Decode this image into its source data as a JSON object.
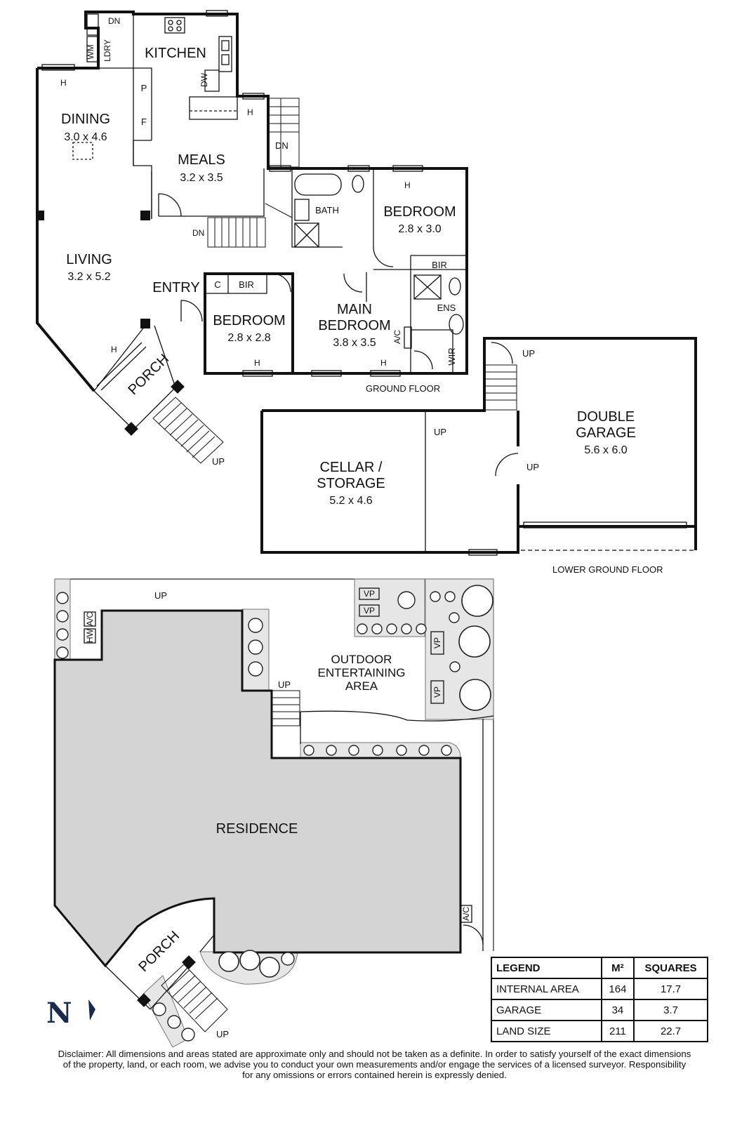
{
  "rooms": {
    "kitchen": "KITCHEN",
    "dining": "DINING",
    "dining_dim": "3.0 x 4.6",
    "meals": "MEALS",
    "meals_dim": "3.2 x 3.5",
    "living": "LIVING",
    "living_dim": "3.2 x 5.2",
    "entry": "ENTRY",
    "bedroom": "BEDROOM",
    "bedroom1_dim": "2.8 x 3.0",
    "bedroom2_dim": "2.8 x 2.8",
    "main_bedroom_line1": "MAIN",
    "main_bedroom_line2": "BEDROOM",
    "main_bedroom_dim": "3.8 x 3.5",
    "porch": "PORCH",
    "bath": "BATH",
    "ens": "ENS",
    "bir": "BIR",
    "wir": "WIR",
    "c": "C",
    "p": "P",
    "f": "F",
    "wm": "WM",
    "ldry": "LDRY",
    "dw": "DW",
    "ac": "A/C",
    "hw": "HW",
    "h": "H",
    "dn": "DN",
    "up": "UP",
    "cellar_line1": "CELLAR /",
    "cellar_line2": "STORAGE",
    "cellar_dim": "5.2 x 4.6",
    "garage_line1": "DOUBLE",
    "garage_line2": "GARAGE",
    "garage_dim": "5.6 x 6.0"
  },
  "floors": {
    "ground": "GROUND FLOOR",
    "lower": "LOWER GROUND FLOOR"
  },
  "site": {
    "residence": "RESIDENCE",
    "outdoor_line1": "OUTDOOR",
    "outdoor_line2": "ENTERTAINING",
    "outdoor_line3": "AREA",
    "vp": "VP",
    "north": "N"
  },
  "legend": {
    "headers": [
      "LEGEND",
      "M²",
      "SQUARES"
    ],
    "rows": [
      {
        "label": "INTERNAL AREA",
        "m2": "164",
        "squares": "17.7"
      },
      {
        "label": "GARAGE",
        "m2": "34",
        "squares": "3.7"
      },
      {
        "label": "LAND SIZE",
        "m2": "211",
        "squares": "22.7"
      }
    ]
  },
  "disclaimer": {
    "line1": "Disclaimer: All dimensions and areas stated are approximate only and should not be taken as a definite. In order to satisfy yourself of the exact dimensions",
    "line2": "of the property, land, or each room, we advise you to conduct your own measurements and/or engage the services of a licensed surveyor. Responsibility",
    "line3": "for any omissions or errors contained herein is expressly denied."
  }
}
